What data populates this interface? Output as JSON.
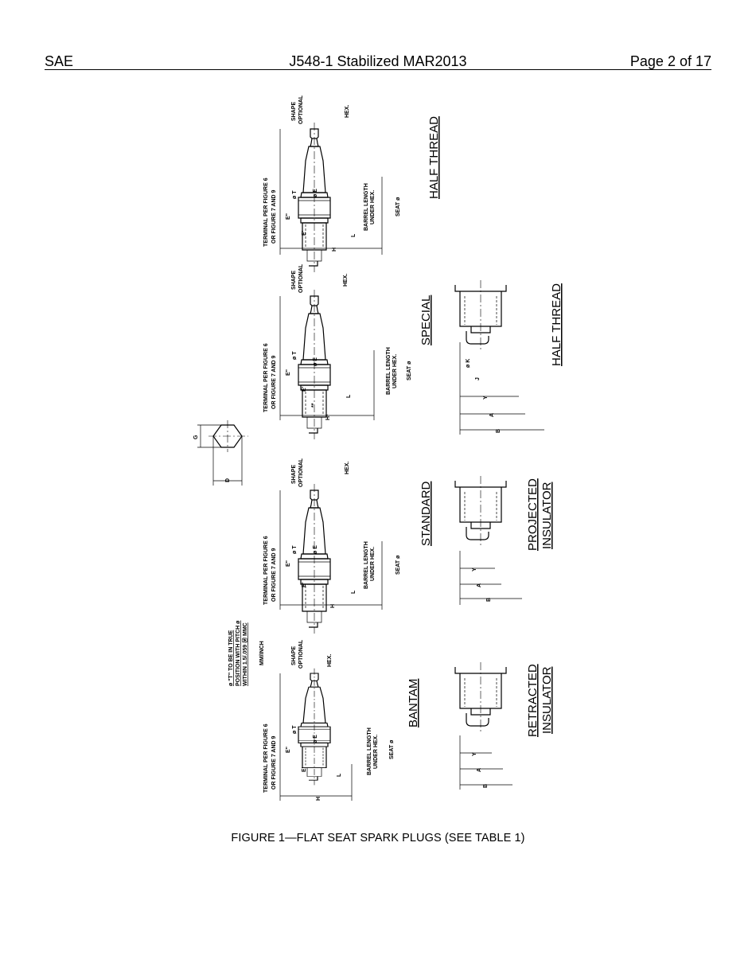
{
  "header": {
    "left": "SAE",
    "center": "J548-1 Stabilized MAR2013",
    "right": "Page 2 of 17"
  },
  "figure": {
    "caption": "FIGURE 1—FLAT SEAT SPARK PLUGS (SEE TABLE 1)",
    "views": [
      {
        "title": "HALF THREAD",
        "terminal_l1": "TERMINAL PER FIGURE 6",
        "terminal_l2": "OR FIGURE 7 AND 9",
        "shape_l1": "SHAPE",
        "shape_l2": "OPTIONAL",
        "hex": "HEX.",
        "barrel_l1": "BARREL LENGTH",
        "barrel_l2": "UNDER HEX.",
        "seat": "SEAT ø",
        "d_t": "ø T",
        "d_e": "ø E",
        "e1": "E'",
        "e2": "E\"",
        "h": "H",
        "l": "L"
      },
      {
        "title": "SPECIAL",
        "terminal_l1": "TERMINAL PER FIGURE 6",
        "terminal_l2": "OR FIGURE 7 AND 9",
        "shape_l1": "SHAPE",
        "shape_l2": "OPTIONAL",
        "hex": "HEX.",
        "barrel_l1": "BARREL LENGTH",
        "barrel_l2": "UNDER HEX.",
        "seat": "SEAT ø",
        "d_t": "ø T",
        "d_e": "ø E",
        "e1": "E'",
        "e2": "E\"",
        "h": "H*",
        "l": "L",
        "extra": "**"
      },
      {
        "title": "STANDARD",
        "terminal_l1": "TERMINAL PER FIGURE 6",
        "terminal_l2": "OR FIGURE 7 AND 9",
        "shape_l1": "SHAPE",
        "shape_l2": "OPTIONAL",
        "hex": "HEX.",
        "barrel_l1": "BARREL LENGTH",
        "barrel_l2": "UNDER HEX.",
        "seat": "SEAT ø",
        "d_t": "ø T",
        "d_e": "ø E",
        "e1": "E'",
        "e2": "E\"",
        "h": "H",
        "l": "L"
      },
      {
        "title": "BANTAM",
        "terminal_l1": "TERMINAL PER FIGURE 6",
        "terminal_l2": "OR FIGURE 7 AND 9",
        "shape_l1": "SHAPE",
        "shape_l2": "OPTIONAL",
        "hex": "HEX.",
        "barrel_l1": "BARREL LENGTH",
        "barrel_l2": "UNDER HEX.",
        "seat": "SEAT ø",
        "d_t": "ø T",
        "d_e": "ø E",
        "e1": "E'",
        "e2": "E\"",
        "h": "H",
        "l": "L"
      }
    ],
    "tips": [
      {
        "title": "HALF THREAD",
        "y": "Y",
        "a": "A",
        "b": "B",
        "k": "ø K",
        "j": "J"
      },
      {
        "title_l1": "PROJECTED",
        "title_l2": "INSULATOR",
        "y": "Y",
        "a": "A",
        "b": "B"
      },
      {
        "title_l1": "RETRACTED",
        "title_l2": "INSULATOR",
        "y": "Y",
        "a": "A",
        "b": "B"
      }
    ],
    "hex_view": {
      "g": "G",
      "d": "D"
    },
    "note": {
      "l1": "ø \"T\" TO BE IN TRUE",
      "l2": "POSITION WITH PITCH ø",
      "l3": "WITHIN 1.5/.059 Ⓜ MMC",
      "units": "MM/INCH"
    }
  }
}
